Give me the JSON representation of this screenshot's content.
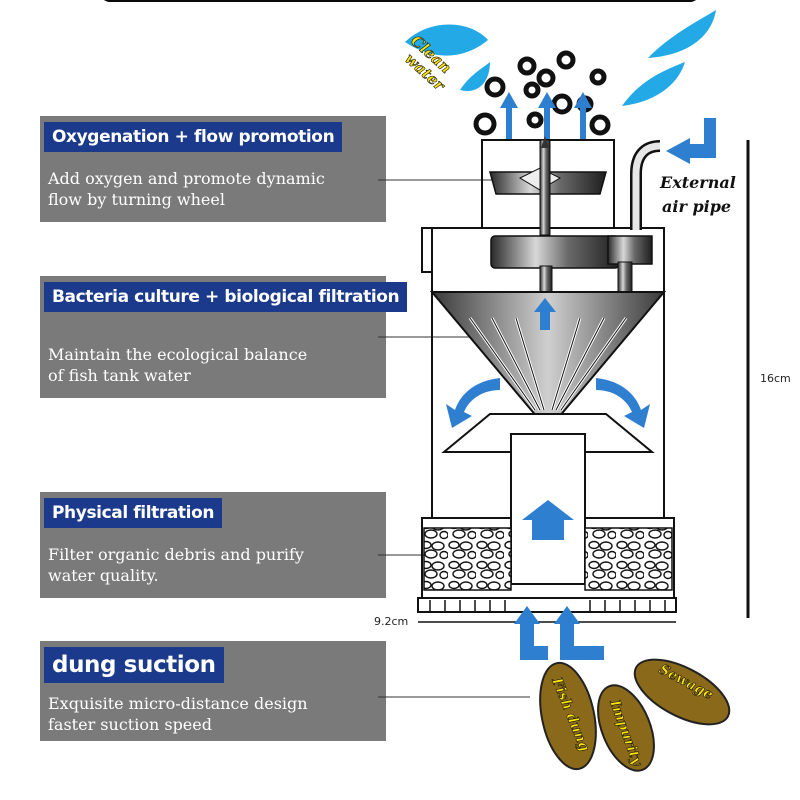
{
  "panels": [
    {
      "title": "Oxygenation + flow promotion",
      "desc": "Add oxygen and promote dynamic\nflow by turning wheel"
    },
    {
      "title": "Bacteria culture + biological filtration",
      "desc": "Maintain the ecological balance\nof fish tank water"
    },
    {
      "title": "Physical filtration",
      "desc": "Filter organic debris and purify\nwater quality."
    },
    {
      "title": "dung suction",
      "desc": "Exquisite micro-distance design\nfaster suction speed"
    }
  ],
  "labels": {
    "clean_water": [
      "Clean",
      "water"
    ],
    "external_air_pipe": [
      "External",
      "air pipe"
    ],
    "sewage": "Sewage",
    "impurity": "Impurity",
    "fish_dung": "Fish dung"
  },
  "dimensions": {
    "height": "16cm",
    "width": "9.2cm"
  },
  "colors": {
    "panel": "#7a7a7a",
    "title_bg": "#1b3a8c",
    "arrow_blue": "#2f7fd0",
    "water_blue": "#22a9e6",
    "dung": "#8a6a1a",
    "label_yellow": "#ffe600"
  }
}
